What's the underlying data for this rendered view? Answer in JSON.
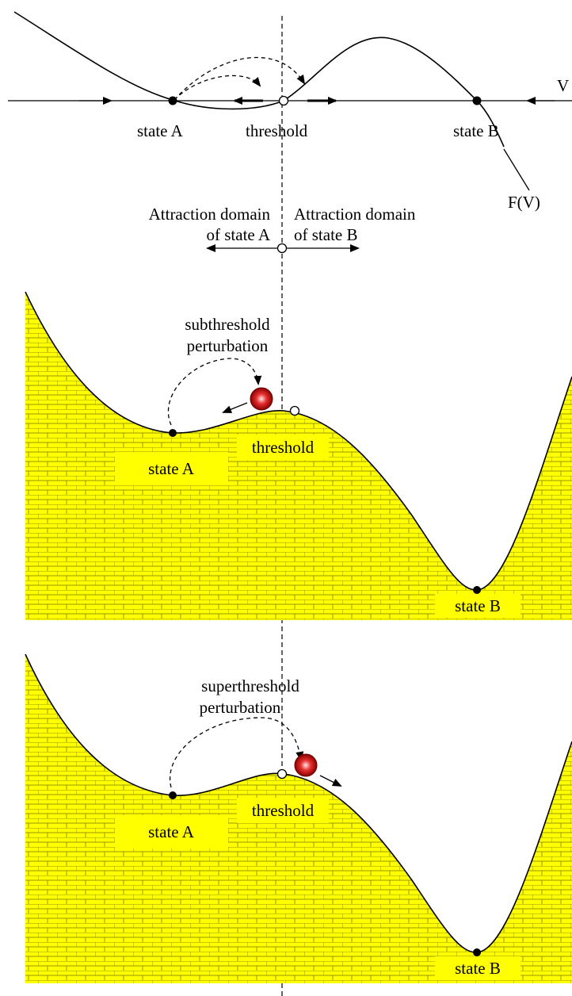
{
  "top_panel": {
    "axis_label": "V",
    "function_label": "F(V)",
    "state_a": "state A",
    "threshold": "threshold",
    "state_b": "state B"
  },
  "domains": {
    "left": [
      "Attraction domain",
      "of state A"
    ],
    "right": [
      "Attraction domain",
      "of state B"
    ]
  },
  "panel_sub": {
    "caption": [
      "subthreshold",
      "perturbation"
    ],
    "state_a": "state A",
    "threshold": "threshold",
    "state_b": "state B"
  },
  "panel_super": {
    "caption": [
      "superthreshold",
      "perturbation"
    ],
    "state_a": "state A",
    "threshold": "threshold",
    "state_b": "state B"
  },
  "colors": {
    "brick_fill": "#ffff00",
    "brick_line": "#9a9a00",
    "label_box": "#ffff00",
    "ball": "#cc0000"
  }
}
